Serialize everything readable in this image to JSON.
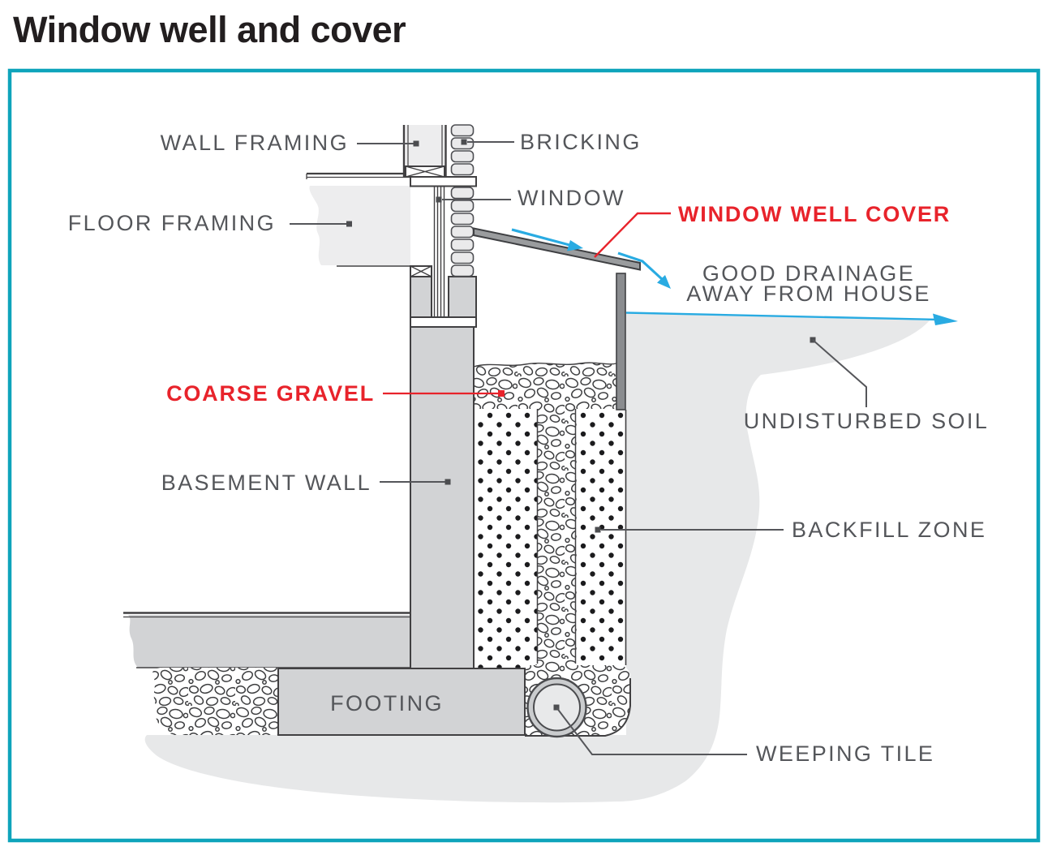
{
  "title": "Window well and cover",
  "labels": {
    "wall_framing": "WALL FRAMING",
    "bricking": "BRICKING",
    "floor_framing": "FLOOR FRAMING",
    "window": "WINDOW",
    "window_well_cover": "WINDOW WELL COVER",
    "good_drainage_line1": "GOOD DRAINAGE",
    "good_drainage_line2": "AWAY FROM HOUSE",
    "coarse_gravel": "COARSE GRAVEL",
    "undisturbed_soil": "UNDISTURBED SOIL",
    "basement_wall": "BASEMENT WALL",
    "backfill_zone": "BACKFILL ZONE",
    "footing": "FOOTING",
    "weeping_tile": "WEEPING TILE"
  },
  "colors": {
    "border_teal": "#0ea4bb",
    "label_gray": "#54565a",
    "label_red": "#e8232b",
    "arrow_blue": "#29abe2",
    "concrete_gray": "#d2d3d5",
    "soil_gray": "#e7e8e9",
    "framing_light_gray": "#ededee",
    "well_wall_dark_gray": "#8a8c8f",
    "line_dark": "#414042",
    "title_black": "#221e1f"
  }
}
